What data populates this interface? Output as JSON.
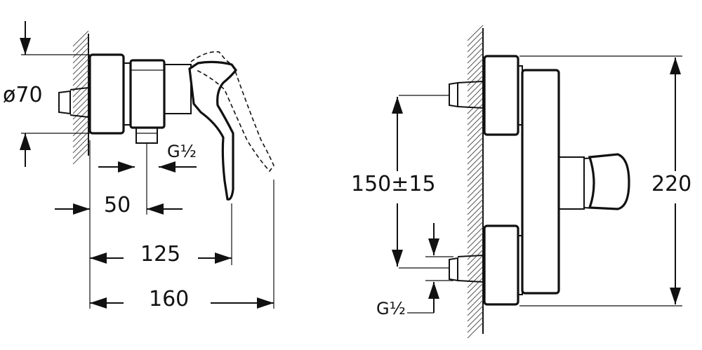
{
  "side_view": {
    "diameter_label": "ø70",
    "thread_label": "G½",
    "dim_50": "50",
    "dim_125": "125",
    "dim_160": "160"
  },
  "front_view": {
    "centers_label": "150±15",
    "thread_label": "G½",
    "height_label": "220"
  },
  "colors": {
    "line": "#111111",
    "hatch": "#555555",
    "background": "#ffffff"
  }
}
